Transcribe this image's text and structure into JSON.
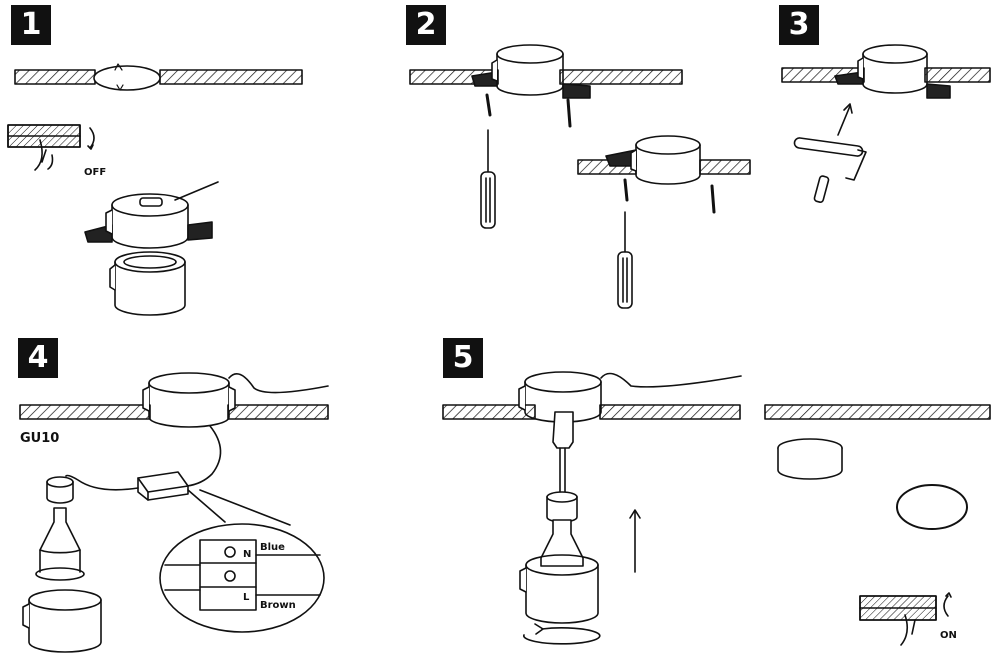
{
  "steps": [
    "1",
    "2",
    "3",
    "4",
    "5"
  ],
  "labels": {
    "off": "OFF",
    "on": "ON",
    "lamp_type": "GU10",
    "neutral": "N",
    "live": "L",
    "blue": "Blue",
    "brown": "Brown"
  },
  "icons": [
    "breaker-switch-icon",
    "screwdriver-icon",
    "paint-roller-icon",
    "rotate-arrow-icon",
    "up-arrow-icon"
  ]
}
